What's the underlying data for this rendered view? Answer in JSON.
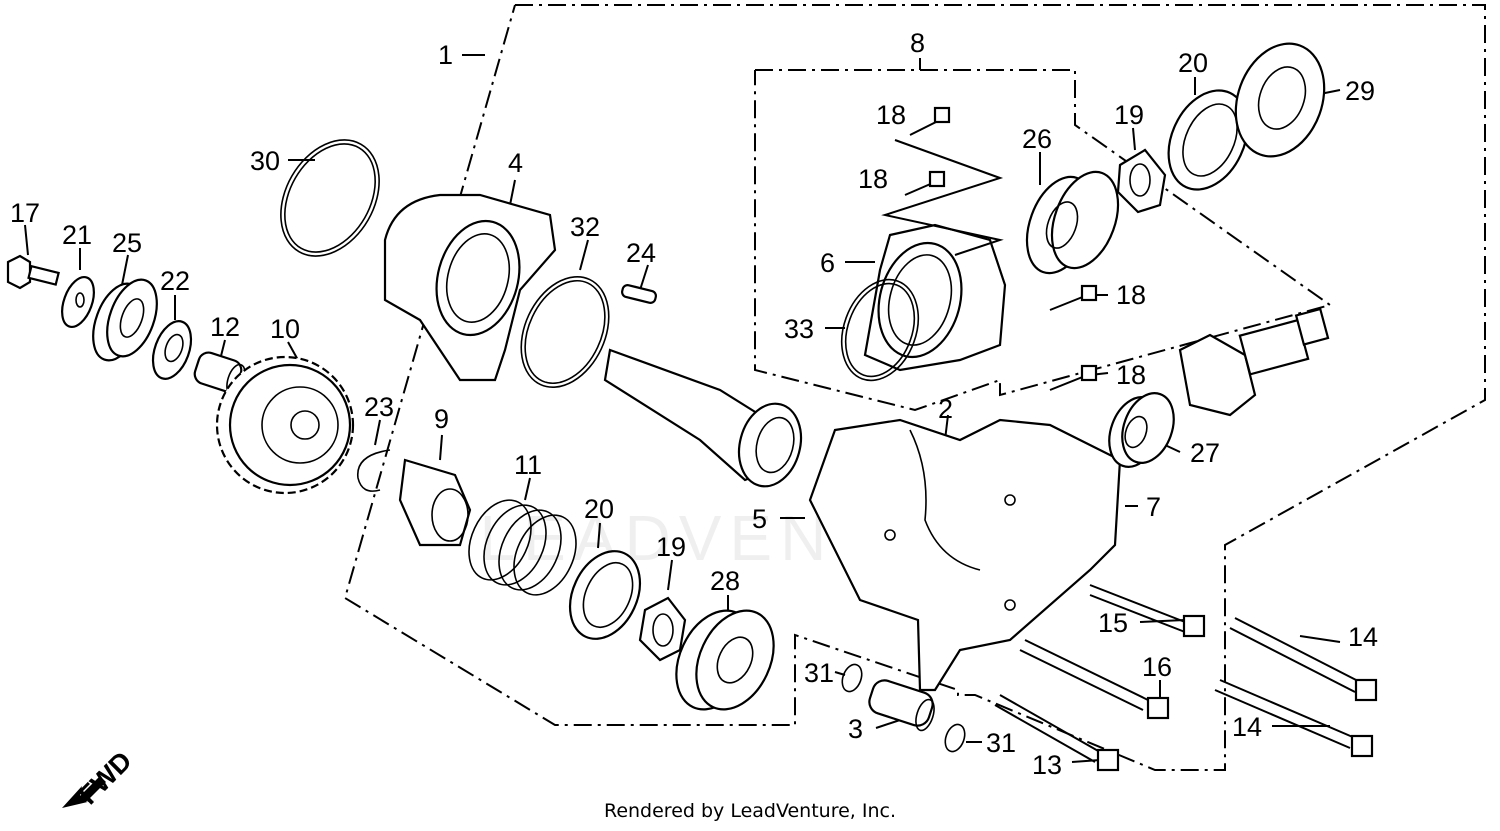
{
  "labels": [
    "1",
    "2",
    "3",
    "4",
    "5",
    "6",
    "7",
    "8",
    "9",
    "10",
    "11",
    "12",
    "13",
    "14",
    "14",
    "15",
    "16",
    "17",
    "18",
    "18",
    "18",
    "18",
    "19",
    "19",
    "20",
    "20",
    "21",
    "22",
    "23",
    "24",
    "25",
    "26",
    "27",
    "28",
    "29",
    "30",
    "31",
    "31",
    "32",
    "33"
  ],
  "direction_label": "FWD",
  "watermark": "LEADVENTURE",
  "footer": "Rendered by LeadVenture, Inc."
}
